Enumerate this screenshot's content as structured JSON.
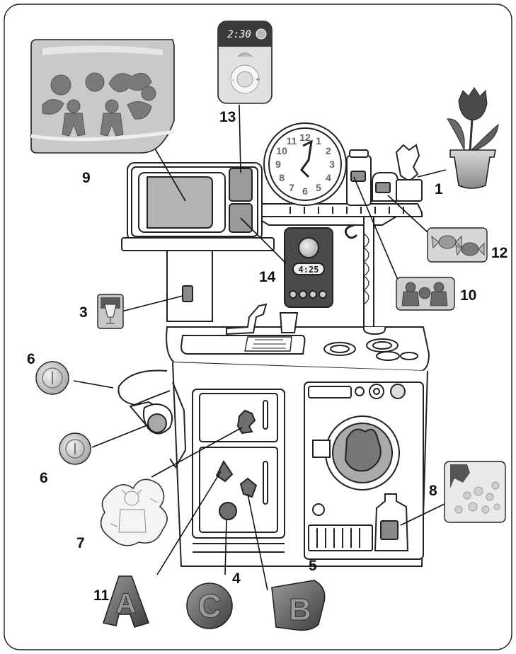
{
  "microwave": {
    "timer_display": "2:30"
  },
  "oven_panel": {
    "timer_display": "4:25"
  },
  "clock_face": {
    "numerals": [
      "12",
      "1",
      "2",
      "3",
      "4",
      "5",
      "6",
      "7",
      "8",
      "9",
      "10",
      "11"
    ]
  },
  "callouts": [
    {
      "id": "1",
      "label": "1"
    },
    {
      "id": "3",
      "label": "3"
    },
    {
      "id": "4",
      "label": "4"
    },
    {
      "id": "5",
      "label": "5"
    },
    {
      "id": "6a",
      "label": "6"
    },
    {
      "id": "6b",
      "label": "6"
    },
    {
      "id": "7",
      "label": "7"
    },
    {
      "id": "8",
      "label": "8"
    },
    {
      "id": "9",
      "label": "9"
    },
    {
      "id": "10",
      "label": "10"
    },
    {
      "id": "11",
      "label": "11"
    },
    {
      "id": "12",
      "label": "12"
    },
    {
      "id": "13",
      "label": "13"
    },
    {
      "id": "14",
      "label": "14"
    }
  ],
  "letter_magnets": {
    "a": "A",
    "b": "B",
    "c": "C"
  },
  "colors": {
    "outline": "#222222",
    "shade_light": "#e4e4e4",
    "shade_mid": "#b8b8b8",
    "shade_dark": "#6a6a6a",
    "panel_dark": "#3a3a3a"
  }
}
